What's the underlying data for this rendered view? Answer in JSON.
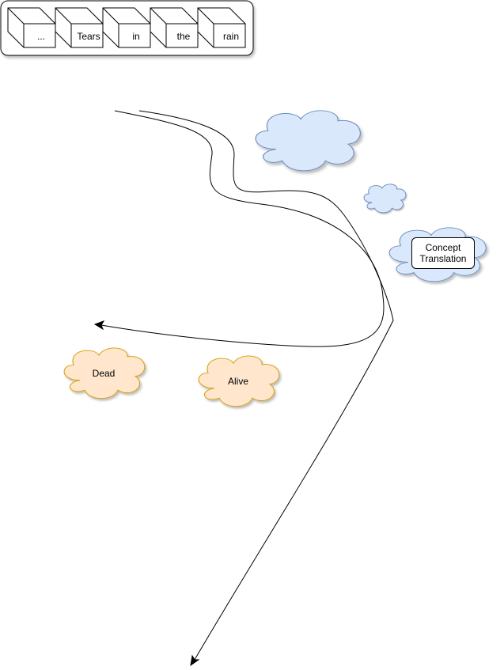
{
  "token_strip": {
    "tokens": [
      "...",
      "Tears",
      "in",
      "the",
      "rain"
    ]
  },
  "clouds": {
    "dead_label": "Dead",
    "alive_label": "Alive"
  },
  "concept_box": {
    "line1": "Concept",
    "line2": "Translation"
  },
  "colors": {
    "blue_cloud_fill": "#dae8fc",
    "blue_cloud_stroke": "#6c8ebf",
    "orange_cloud_fill": "#ffe6cc",
    "orange_cloud_stroke": "#d79b00",
    "stroke": "#000000"
  }
}
